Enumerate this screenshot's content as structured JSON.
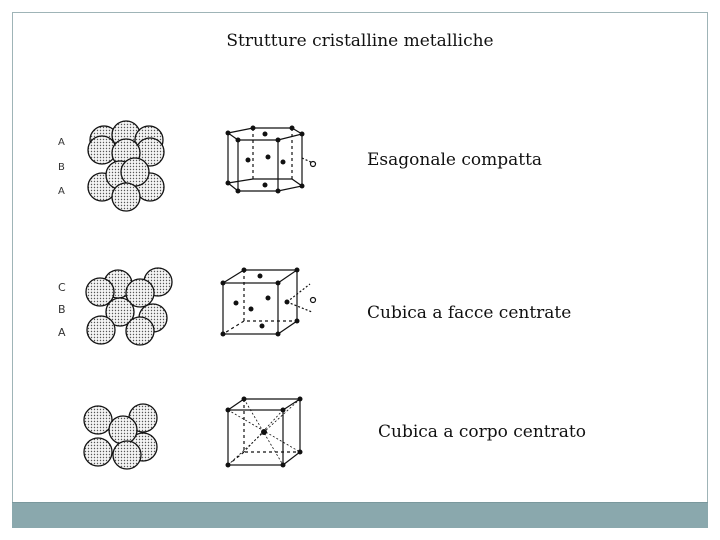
{
  "slide": {
    "title": "Strutture cristalline metalliche",
    "structures": [
      {
        "label": "Esagonale compatta",
        "layers": [
          "A",
          "B",
          "A"
        ]
      },
      {
        "label": "Cubica a facce centrate",
        "layers": [
          "C",
          "B",
          "A"
        ]
      },
      {
        "label": "Cubica a corpo centrato",
        "layers": []
      }
    ]
  },
  "colors": {
    "frame": "#9fb4b7",
    "footer": "#8aa8ad",
    "sphere_fill": "#d8d8d8",
    "line": "#111111"
  }
}
